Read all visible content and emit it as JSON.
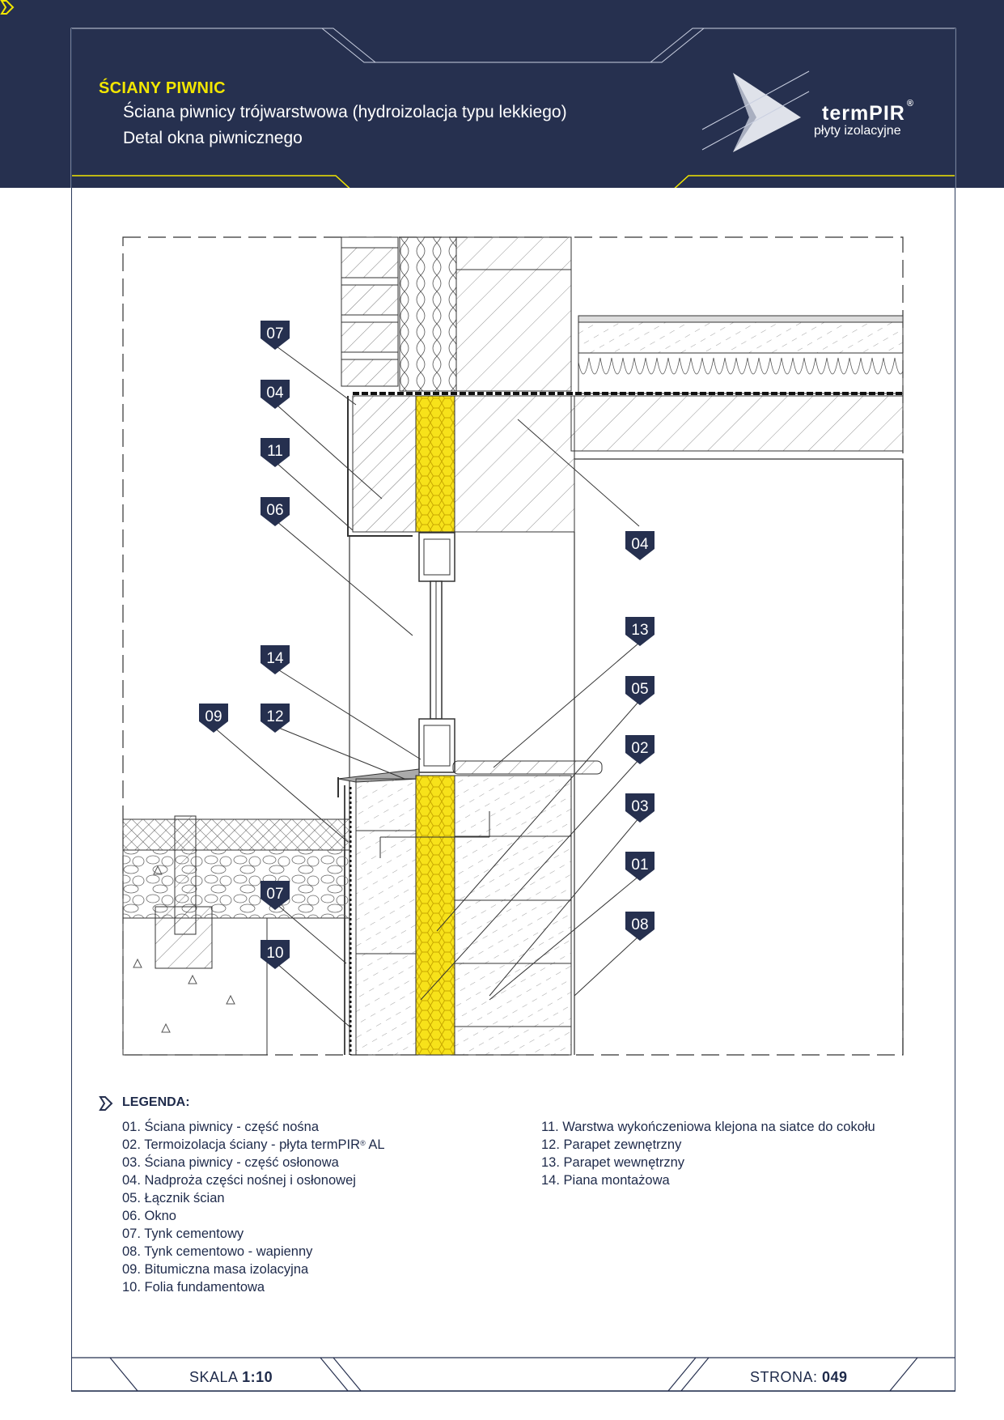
{
  "header": {
    "category": "ŚCIANY PIWNIC",
    "title_line1": "Ściana piwnicy trójwarstwowa (hydroizolacja typu lekkiego)",
    "title_line2": "Detal okna piwnicznego",
    "brand_name": "termPIR",
    "brand_reg": "®",
    "brand_tagline": "płyty izolacyjne"
  },
  "tags": {
    "t07a": "07",
    "t04a": "04",
    "t11": "11",
    "t06": "06",
    "t14": "14",
    "t09": "09",
    "t12": "12",
    "t07b": "07",
    "t10": "10",
    "t04b": "04",
    "t13": "13",
    "t05": "05",
    "t02": "02",
    "t03": "03",
    "t01": "01",
    "t08": "08"
  },
  "legend": {
    "heading": "LEGENDA:",
    "items": [
      "01. Ściana piwnicy - część nośna",
      "02. Termoizolacja ściany - płyta termPIR",
      "03. Ściana piwnicy - część osłonowa",
      "04. Nadproża części nośnej i osłonowej",
      "05. Łącznik ścian",
      "06. Okno",
      "07. Tynk cementowy",
      "08. Tynk cementowo - wapienny",
      "09. Bitumiczna masa izolacyjna",
      "10. Folia fundamentowa",
      "11. Warstwa wykończeniowa klejona na siatce do cokołu",
      "12. Parapet zewnętrzny",
      "13. Parapet wewnętrzny",
      "14. Piana montażowa"
    ],
    "item2_reg": "®",
    "item2_suffix": " AL"
  },
  "footer": {
    "scale_label": "SKALA",
    "scale_value": "1:10",
    "page_label": "STRONA:",
    "page_value": "049"
  },
  "colors": {
    "navy": "#26304f",
    "accent_yellow": "#f2e600",
    "insulation_yellow": "#f7e21a"
  }
}
